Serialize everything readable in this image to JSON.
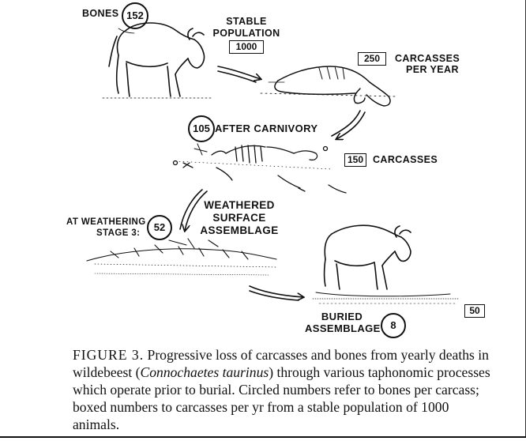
{
  "figure": {
    "nodes": {
      "bones": {
        "label": "BONES",
        "circle": "152"
      },
      "stable_population": {
        "label_line1": "STABLE",
        "label_line2": "POPULATION",
        "box": "1000"
      },
      "carcasses_per_year": {
        "box": "250",
        "label_line1": "CARCASSES",
        "label_line2": "PER YEAR"
      },
      "after_carnivory": {
        "circle": "105",
        "label": "AFTER CARNIVORY"
      },
      "carcasses": {
        "box": "150",
        "label": "CARCASSES"
      },
      "weathering_stage": {
        "label_line1": "AT WEATHERING",
        "label_line2": "STAGE 3:",
        "circle": "52"
      },
      "weathered_surface": {
        "label_line1": "WEATHERED",
        "label_line2": "SURFACE",
        "label_line3": "ASSEMBLAGE"
      },
      "buried_assemblage": {
        "label_line1": "BURIED",
        "label_line2": "ASSEMBLAGE",
        "circle": "8"
      },
      "buried_carcasses": {
        "box": "50"
      }
    },
    "colors": {
      "ink": "#111111"
    }
  },
  "caption": {
    "figure_label": "FIGURE 3.",
    "text_before": " Progressive loss of carcasses and bones from yearly deaths in wildebeest (",
    "species": "Connochaetes taurinus",
    "text_after": ") through various taphonomic processes which operate prior to burial. Circled numbers refer to bones per carcass; boxed numbers to carcasses per yr from a stable population of 1000 animals."
  }
}
